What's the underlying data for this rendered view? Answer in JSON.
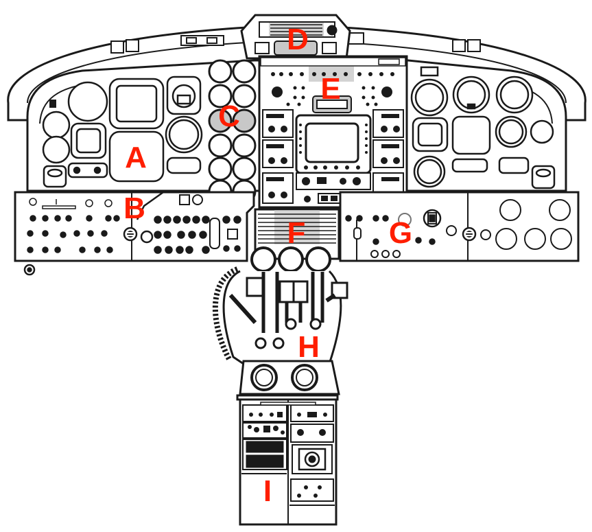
{
  "colors": {
    "line": "#1a1a1a",
    "panel_fill": "#ffffff",
    "label": "#ff1e00",
    "highlight": "#c8c8c8"
  },
  "labels": {
    "a": "A",
    "b": "B",
    "c": "C",
    "d": "D",
    "e": "E",
    "f": "F",
    "g": "G",
    "h": "H",
    "i": "I"
  }
}
